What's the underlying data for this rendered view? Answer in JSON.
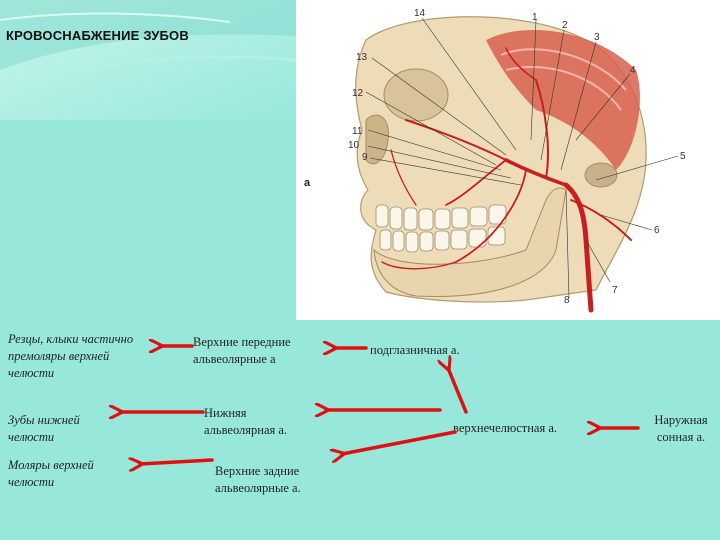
{
  "slide": {
    "title": "КРОВОСНАБЖЕНИЕ ЗУБОВ",
    "colors": {
      "background": "#97e8db",
      "arrow": "#e01010"
    }
  },
  "figure": {
    "letter": "а",
    "numbers": [
      "14",
      "1",
      "2",
      "3",
      "4",
      "13",
      "12",
      "11",
      "10",
      "9",
      "5",
      "6",
      "7",
      "8"
    ]
  },
  "targets": {
    "upper_front": "Резцы, клыки частично премоляры верхней челюсти",
    "lower": "Зубы нижней челюсти",
    "upper_molars": "Моляры верхней челюсти"
  },
  "arteries": {
    "anterior_alveolar": "Верхние передние альвеоляр­ные а",
    "inferior_alveolar": "Нижняя альвеолярная а.",
    "posterior_alveolar": "Верхние задние альвеолярные а.",
    "infraorbital": "подглазничная а.",
    "maxillary": "верхнечелюстная а.",
    "external_carotid": "Наружная сонная а."
  }
}
